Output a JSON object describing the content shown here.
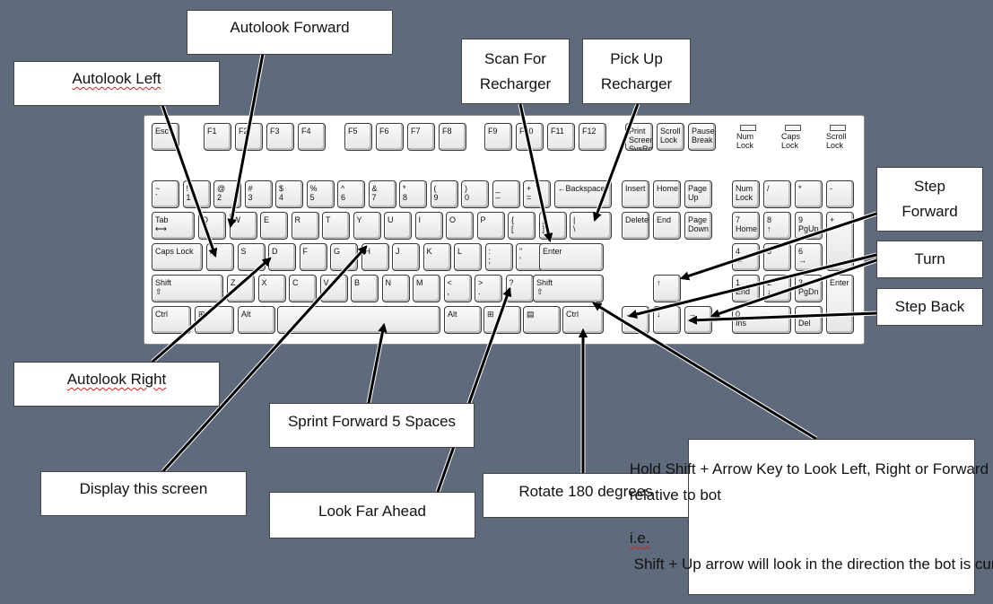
{
  "keyboard": {
    "function_row": [
      "Esc",
      "F1",
      "F2",
      "F3",
      "F4",
      "F5",
      "F6",
      "F7",
      "F8",
      "F9",
      "F10",
      "F11",
      "F12"
    ],
    "system_keys": [
      "Print\nScreen\nSysRq",
      "Scroll\nLock",
      "Pause\nBreak"
    ],
    "lock_lights": [
      "Num\nLock",
      "Caps\nLock",
      "Scroll\nLock"
    ],
    "number_row": [
      "~\n`",
      "!\n1",
      "@\n2",
      "#\n3",
      "$\n4",
      "%\n5",
      "^\n6",
      "&\n7",
      "*\n8",
      "(\n9",
      ")\n0",
      "_\n–",
      "+\n=",
      "←Backspace"
    ],
    "top_row": [
      "Tab\n⟷",
      "Q",
      "W",
      "E",
      "R",
      "T",
      "Y",
      "U",
      "I",
      "O",
      "P",
      "{\n[",
      "}\n]",
      "|\n\\"
    ],
    "home_row": [
      "Caps Lock",
      "A",
      "S",
      "D",
      "F",
      "G",
      "H",
      "J",
      "K",
      "L",
      ":\n;",
      "\"\n'",
      "Enter"
    ],
    "shift_row": [
      "Shift\n⇧",
      "Z",
      "X",
      "C",
      "V",
      "B",
      "N",
      "M",
      "<\n,",
      ">\n.",
      "?\n/",
      "Shift\n⇧"
    ],
    "bottom_row": [
      "Ctrl",
      "⊞",
      "Alt",
      "",
      "Alt",
      "⊞",
      "▤",
      "Ctrl"
    ],
    "nav_keys": [
      "Insert",
      "Home",
      "Page\nUp",
      "Delete",
      "End",
      "Page\nDown"
    ],
    "arrow_keys": [
      "↑",
      "←",
      "↓",
      "→"
    ],
    "numpad": [
      "Num\nLock",
      "/",
      "*",
      "-",
      "7\nHome",
      "8\n↑",
      "9\nPgUp",
      "+",
      "4\n←",
      "5",
      "6\n→",
      "1\nEnd",
      "2\n↓",
      "3\nPgDn",
      "Enter",
      "0\nIns",
      ".\nDel"
    ]
  },
  "callouts": {
    "autolook_forward": "Autolook Forward",
    "autolook_left": "Autolook Left",
    "scan_for_recharger": "Scan For\nRecharger",
    "pick_up_recharger": "Pick Up\nRecharger",
    "step_forward": "Step\nForward",
    "turn": "Turn",
    "step_back": "Step Back",
    "autolook_right": "Autolook Right",
    "sprint_forward": "Sprint Forward 5 Spaces",
    "display_screen": "Display this screen",
    "look_far_ahead": "Look Far Ahead",
    "rotate_180": "Rotate 180 degrees",
    "shift_note": "Hold Shift + Arrow Key to Look Left, Right or Forward relative to bot",
    "shift_example": "i.e. Shift + Up arrow will look in the direction the bot is currently"
  }
}
